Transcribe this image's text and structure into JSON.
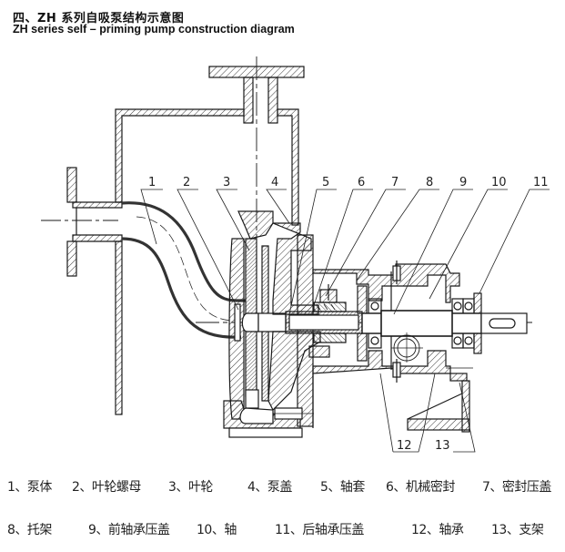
{
  "header": {
    "title_cn": "四、ZH 系列自吸泵结构示意图",
    "title_en": "ZH series self – priming pump construction diagram"
  },
  "callouts": [
    "1",
    "2",
    "3",
    "4",
    "5",
    "6",
    "7",
    "8",
    "9",
    "10",
    "11",
    "12",
    "13"
  ],
  "legend": {
    "row1": [
      {
        "num": "1",
        "text": "1、泵体"
      },
      {
        "num": "2",
        "text": "2、叶轮螺母"
      },
      {
        "num": "3",
        "text": "3、叶轮"
      },
      {
        "num": "4",
        "text": "4、泵盖"
      },
      {
        "num": "5",
        "text": "5、轴套"
      },
      {
        "num": "6",
        "text": "6、机械密封"
      },
      {
        "num": "7",
        "text": "7、密封压盖"
      }
    ],
    "row2": [
      {
        "num": "8",
        "text": "8、托架"
      },
      {
        "num": "9",
        "text": "9、前轴承压盖"
      },
      {
        "num": "10",
        "text": "10、轴"
      },
      {
        "num": "11",
        "text": "11、后轴承压盖"
      },
      {
        "num": "12",
        "text": "12、轴承"
      },
      {
        "num": "13",
        "text": "13、支架"
      }
    ]
  },
  "colors": {
    "line": "#1a1a1a",
    "text": "#222222",
    "background": "#ffffff"
  }
}
